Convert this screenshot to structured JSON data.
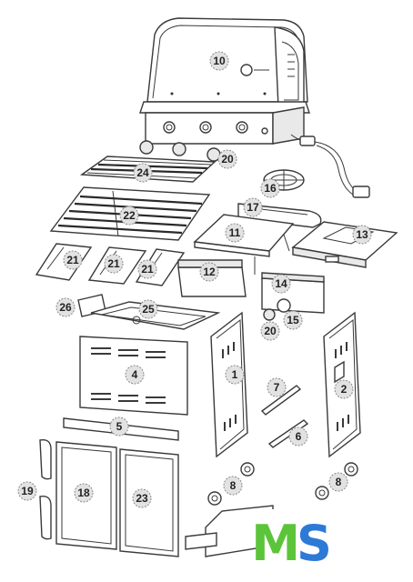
{
  "callouts": {
    "c1": "1",
    "c2": "2",
    "c4": "4",
    "c5": "5",
    "c6": "6",
    "c7": "7",
    "c8a": "8",
    "c8b": "8",
    "c10": "10",
    "c11": "11",
    "c12": "12",
    "c13": "13",
    "c14": "14",
    "c15": "15",
    "c16": "16",
    "c17": "17",
    "c18": "18",
    "c19": "19",
    "c20a": "20",
    "c20b": "20",
    "c21a": "21",
    "c21b": "21",
    "c21c": "21",
    "c22": "22",
    "c23": "23",
    "c24": "24",
    "c25": "25",
    "c26": "26"
  },
  "logo": {
    "letter_m": "M",
    "letter_s": "S",
    "colors": {
      "m": "#5cc43a",
      "s": "#2d7ad6"
    }
  }
}
